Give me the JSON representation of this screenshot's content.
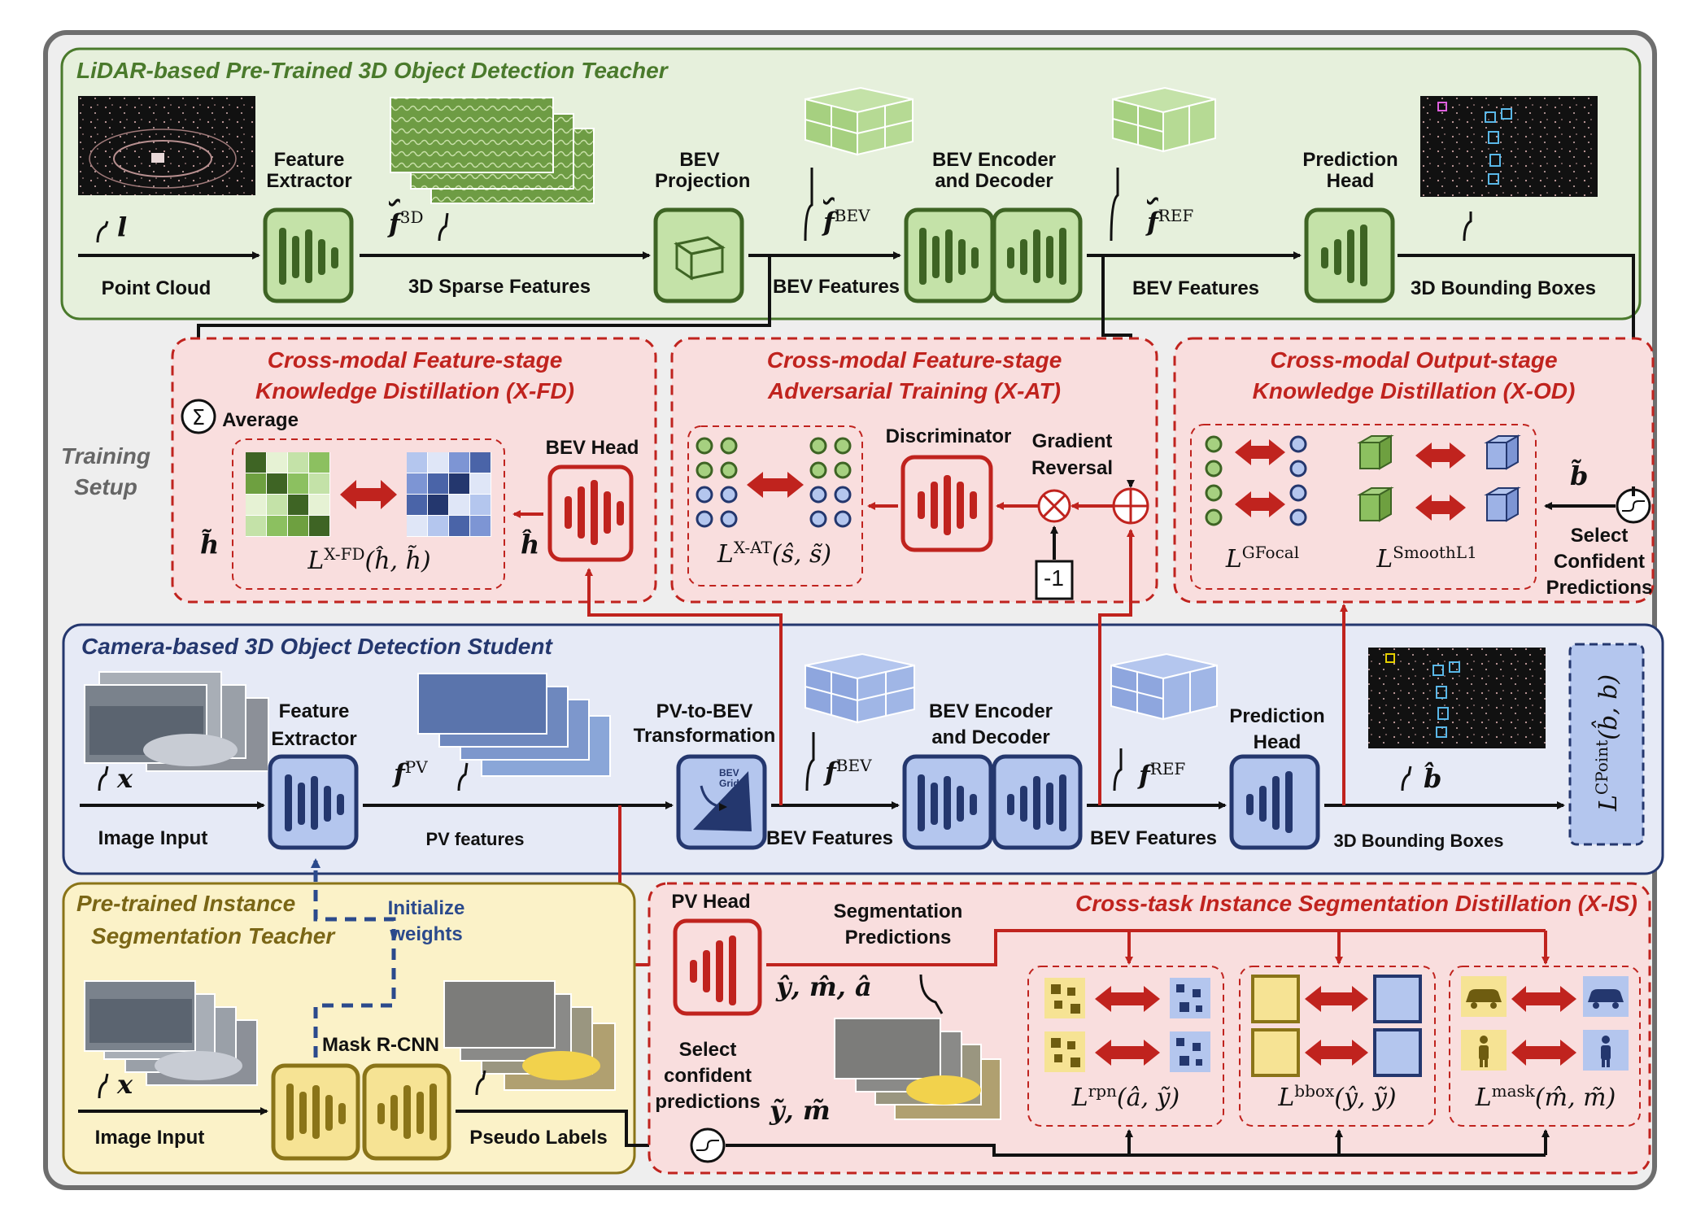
{
  "teacher_lidar": {
    "title": "LiDAR-based Pre-Trained 3D Object Detection Teacher",
    "feature_extractor": "Feature Extractor",
    "bev_projection": "BEV Projection",
    "bev_encoder": "BEV Encoder and Decoder",
    "prediction_head": "Prediction Head",
    "point_cloud": "Point Cloud",
    "sparse_features": "3D Sparse Features",
    "bev_features_1": "BEV Features",
    "bev_features_2": "BEV Features",
    "bounding_boxes": "3D Bounding Boxes",
    "var_l": "l",
    "var_f3d": "f",
    "var_f3d_sup": "3D",
    "var_fbev": "f",
    "var_fbev_sup": "BEV",
    "var_fref": "f",
    "var_fref_sup": "REF"
  },
  "training_setup": "Training Setup",
  "xfd": {
    "title_line1": "Cross-modal Feature-stage",
    "title_line2": "Knowledge Distillation (X-FD)",
    "average": "Average",
    "bev_head": "BEV Head",
    "loss_name": "L",
    "loss_sup": "X-FD",
    "loss_args": "(ĥ, h̃)",
    "h_tilde": "h̃",
    "h_hat": "ĥ"
  },
  "xat": {
    "title_line1": "Cross-modal Feature-stage",
    "title_line2": "Adversarial Training (X-AT)",
    "discriminator": "Discriminator",
    "gradient_reversal_1": "Gradient",
    "gradient_reversal_2": "Reversal",
    "minus_one": "-1",
    "loss_name": "L",
    "loss_sup": "X-AT",
    "loss_args": "(ŝ, s̃)"
  },
  "xod": {
    "title_line1": "Cross-modal Output-stage",
    "title_line2": "Knowledge Distillation (X-OD)",
    "loss1_name": "L",
    "loss1_sup": "GFocal",
    "loss2_name": "L",
    "loss2_sup": "SmoothL1",
    "b_tilde": "b̃",
    "select_1": "Select",
    "select_2": "Confident",
    "select_3": "Predictions"
  },
  "student": {
    "title": "Camera-based 3D Object Detection Student",
    "feature_extractor_1": "Feature",
    "feature_extractor_2": "Extractor",
    "pv2bev_1": "PV-to-BEV",
    "pv2bev_2": "Transformation",
    "bev_grid_1": "BEV",
    "bev_grid_2": "Grid",
    "bev_encoder_1": "BEV Encoder",
    "bev_encoder_2": "and Decoder",
    "prediction_head_1": "Prediction",
    "prediction_head_2": "Head",
    "image_input": "Image Input",
    "pv_features": "PV features",
    "bev_features_1": "BEV Features",
    "bev_features_2": "BEV Features",
    "bounding_boxes": "3D Bounding Boxes",
    "var_x": "x",
    "var_fpv": "f",
    "var_fpv_sup": "PV",
    "var_fbev": "f",
    "var_fbev_sup": "BEV",
    "var_fref": "f",
    "var_fref_sup": "REF",
    "var_bhat": "b̂",
    "loss_name": "L",
    "loss_sup": "CPoint",
    "loss_args": "(b̂, b)"
  },
  "seg_teacher": {
    "title_line1": "Pre-trained Instance",
    "title_line2": "Segmentation Teacher",
    "initialize_1": "Initialize",
    "initialize_2": "weights",
    "mask_rcnn": "Mask R-CNN",
    "image_input": "Image Input",
    "pseudo_labels": "Pseudo Labels",
    "var_x": "x"
  },
  "xis": {
    "title": "Cross-task Instance Segmentation Distillation (X-IS)",
    "pv_head": "PV Head",
    "seg_pred_1": "Segmentation",
    "seg_pred_2": "Predictions",
    "pred_vars": "ŷ, m̂, â",
    "select_1": "Select",
    "select_2": "confident",
    "select_3": "predictions",
    "pseudo_vars": "ỹ, m̃",
    "loss_rpn_sup": "rpn",
    "loss_rpn_args": "(â, ỹ)",
    "loss_bbox_sup": "bbox",
    "loss_bbox_args": "(ŷ, ỹ)",
    "loss_mask_sup": "mask",
    "loss_mask_args": "(m̂, m̃)",
    "loss_name": "L"
  },
  "colors": {
    "green_dark": "#4a7a2c",
    "green_fill": "#e6f0dc",
    "blue_dark": "#24376e",
    "blue_fill": "#e6eaf6",
    "yellow_dark": "#8a7418",
    "yellow_fill": "#fbf2c8",
    "red": "#c0231e",
    "red_fill": "#f9dede",
    "gray_frame": "#6e6e6e"
  }
}
